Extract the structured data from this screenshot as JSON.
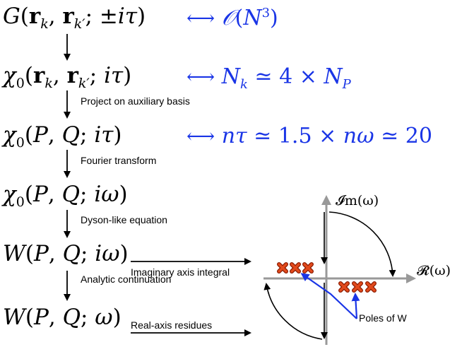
{
  "steps": [
    {
      "equation": "G(r_k, r_k'; ±iτ)",
      "cost": "O(N³)"
    },
    {
      "equation": "χ₀(r_k, r_k'; iτ)",
      "cost": "N_k ≃ 4 × N_P"
    },
    {
      "equation": "χ₀(P, Q; iτ)",
      "cost": "nτ ≃ 1.5 × nω ≃ 20"
    },
    {
      "equation": "χ₀(P, Q; iω)"
    },
    {
      "equation": "W(P, Q; iω)"
    },
    {
      "equation": "W(P, Q; ω)"
    }
  ],
  "transitions": [
    {
      "label": ""
    },
    {
      "label": "Project on auxiliary basis"
    },
    {
      "label": "Fourier transform"
    },
    {
      "label": "Dyson-like equation"
    },
    {
      "label": "Analytic continuation"
    }
  ],
  "integrals": {
    "imaginary": "Imaginary axis integral",
    "real": "Real-axis residues"
  },
  "complex_plane": {
    "imag_axis_label": "𝓘m(ω)",
    "real_axis_label": "𝓡(ω)",
    "poles_label": "Poles of W",
    "pole_count_upper_left": 3,
    "pole_count_lower_right": 3,
    "colors": {
      "axis": "#999999",
      "pole_fill": "#e24a1c",
      "pole_stroke": "#8a1a00",
      "pointer": "#1a35e6"
    }
  },
  "colors": {
    "cost_text": "#1a35e6"
  }
}
